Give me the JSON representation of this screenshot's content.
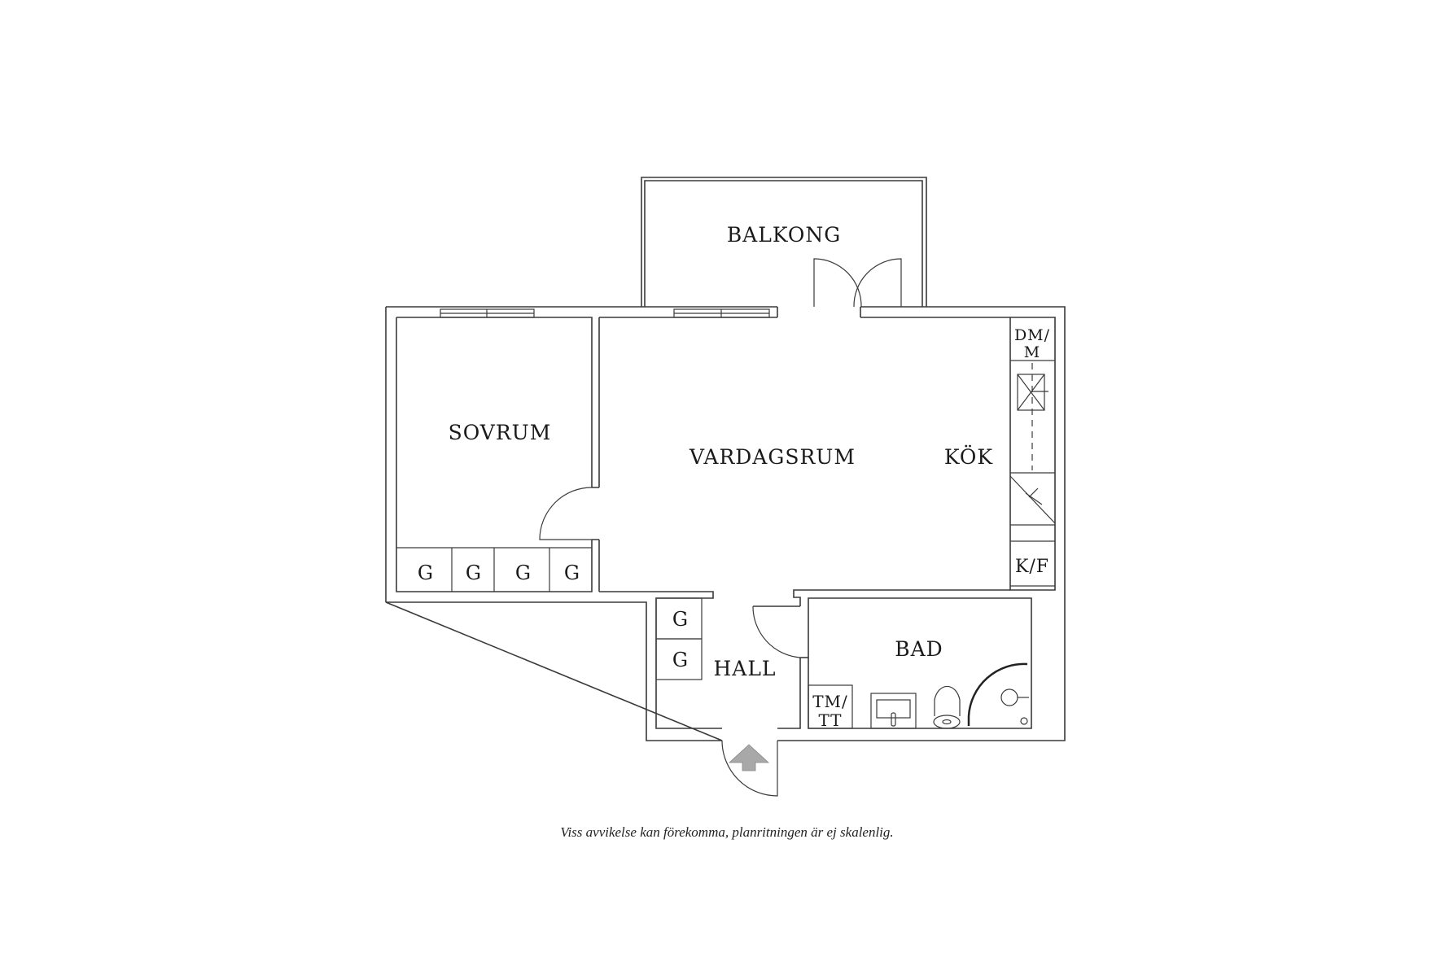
{
  "plan": {
    "rooms": {
      "balkong": "BALKONG",
      "sovrum": "SOVRUM",
      "vardagsrum": "VARDAGSRUM",
      "kok": "KÖK",
      "hall": "HALL",
      "bad": "BAD"
    },
    "fixtures": {
      "wardrobe": "G",
      "dishwasher_top": "DM/",
      "dishwasher_bottom": "M",
      "fridge_freezer": "K/F",
      "washer_top": "TM/",
      "washer_bottom": "TT"
    },
    "caption": "Viss avvikelse kan förekomma, planritningen är ej skalenlig.",
    "colors": {
      "line": "#3a3a3a",
      "arrow": "#a8a8a8",
      "background": "#ffffff"
    }
  }
}
